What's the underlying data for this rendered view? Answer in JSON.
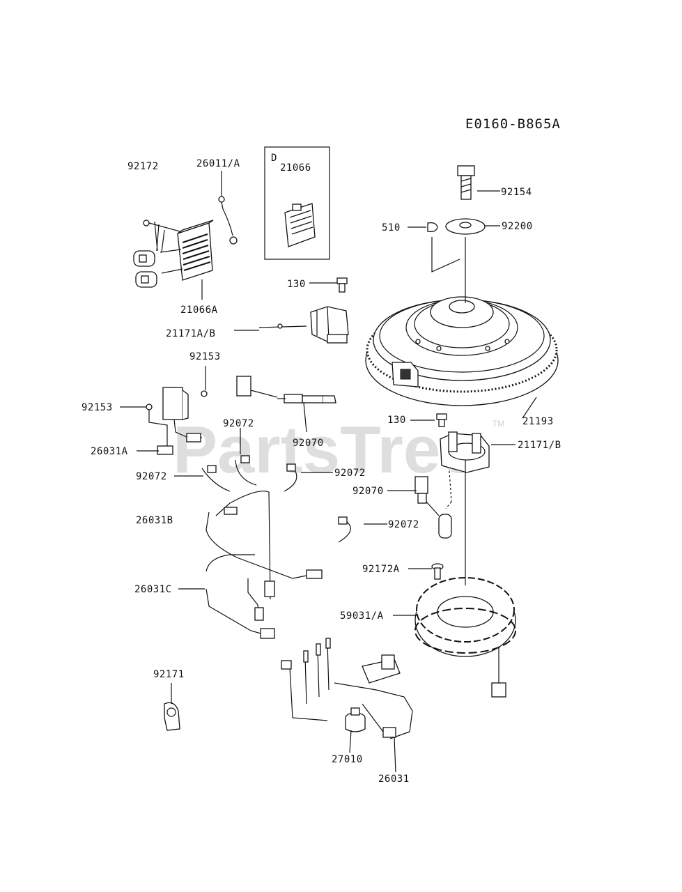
{
  "diagram": {
    "code": "E0160-B865A",
    "watermark": "PartsTree",
    "trademark": "TM",
    "inset": {
      "letter": "D",
      "label": "21066"
    },
    "labels": [
      {
        "id": "l92172",
        "text": "92172"
      },
      {
        "id": "l26011a",
        "text": "26011/A"
      },
      {
        "id": "l21066a",
        "text": "21066A"
      },
      {
        "id": "l92154",
        "text": "92154"
      },
      {
        "id": "l510",
        "text": "510"
      },
      {
        "id": "l92200",
        "text": "92200"
      },
      {
        "id": "l130a",
        "text": "130"
      },
      {
        "id": "l21171ab",
        "text": "21171A/B"
      },
      {
        "id": "l92153a",
        "text": "92153"
      },
      {
        "id": "l92153b",
        "text": "92153"
      },
      {
        "id": "l26031a",
        "text": "26031A"
      },
      {
        "id": "l92072a",
        "text": "92072"
      },
      {
        "id": "l92070a",
        "text": "92070"
      },
      {
        "id": "l130b",
        "text": "130"
      },
      {
        "id": "l21193",
        "text": "21193"
      },
      {
        "id": "l21171b",
        "text": "21171/B"
      },
      {
        "id": "l92072b",
        "text": "92072"
      },
      {
        "id": "l92072c",
        "text": "92072"
      },
      {
        "id": "l92070b",
        "text": "92070"
      },
      {
        "id": "l26031b",
        "text": "26031B"
      },
      {
        "id": "l92072d",
        "text": "92072"
      },
      {
        "id": "l92172a",
        "text": "92172A"
      },
      {
        "id": "l26031c",
        "text": "26031C"
      },
      {
        "id": "l59031a",
        "text": "59031/A"
      },
      {
        "id": "l92171",
        "text": "92171"
      },
      {
        "id": "l27010",
        "text": "27010"
      },
      {
        "id": "l26031",
        "text": "26031"
      }
    ]
  }
}
